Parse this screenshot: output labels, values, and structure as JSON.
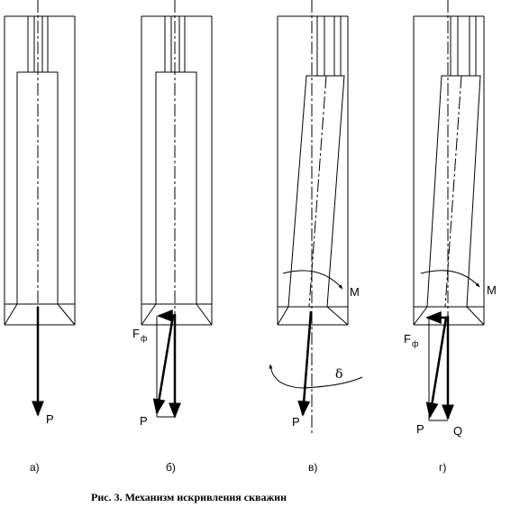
{
  "caption": "Рис. 3.  Механизм  искривления  скважин",
  "panels": [
    {
      "label": "а)",
      "force_p": "P"
    },
    {
      "label": "б)",
      "force_p": "P",
      "force_f": "F",
      "force_f_sub": "ф"
    },
    {
      "label": "в)",
      "force_p": "P",
      "moment": "M",
      "angle": "δ"
    },
    {
      "label": "г)",
      "force_p": "P",
      "force_q": "Q",
      "force_f": "F",
      "force_f_sub": "ф",
      "moment": "M"
    }
  ]
}
